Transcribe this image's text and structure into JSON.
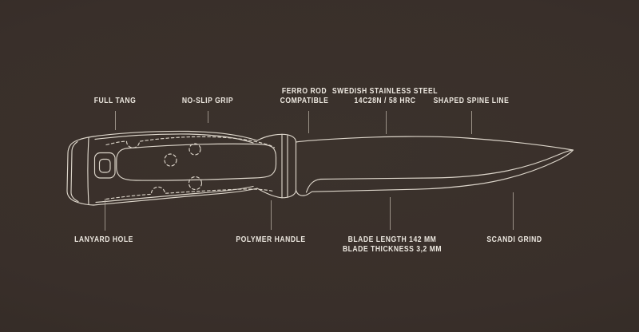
{
  "colors": {
    "background": "#3a302b",
    "line": "#dcd5ca",
    "text": "#ece7df",
    "leader": "#b3aa9f"
  },
  "callouts": {
    "full_tang": {
      "lines": [
        "FULL TANG"
      ]
    },
    "no_slip_grip": {
      "lines": [
        "NO-SLIP GRIP"
      ]
    },
    "ferro_rod": {
      "lines": [
        "FERRO ROD",
        "COMPATIBLE"
      ]
    },
    "steel": {
      "lines": [
        "SWEDISH STAINLESS STEEL",
        "14C28N / 58 HRC"
      ]
    },
    "spine_line": {
      "lines": [
        "SHAPED SPINE LINE"
      ]
    },
    "lanyard_hole": {
      "lines": [
        "LANYARD HOLE"
      ]
    },
    "polymer_handle": {
      "lines": [
        "POLYMER HANDLE"
      ]
    },
    "blade_specs": {
      "lines": [
        "BLADE LENGTH 142 MM",
        "BLADE THICKNESS 3,2 MM"
      ]
    },
    "scandi_grind": {
      "lines": [
        "SCANDI GRIND"
      ]
    }
  }
}
